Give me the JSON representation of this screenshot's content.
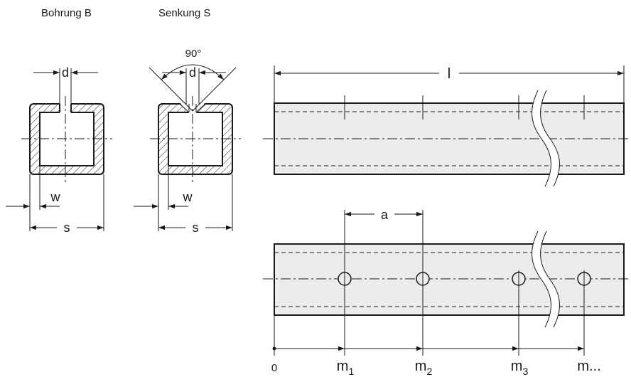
{
  "titles": {
    "bohrung": "Bohrung B",
    "senkung": "Senkung S"
  },
  "labels": {
    "d": "d",
    "w": "w",
    "s": "s",
    "angle": "90°",
    "l": "l",
    "a": "a",
    "zero": "0",
    "m": "m",
    "m_sub_1": "1",
    "m_sub_2": "2",
    "m_sub_3": "3",
    "m_etc": "..."
  },
  "colors": {
    "line": "#1a1a1a",
    "bar_fill": "#ececec",
    "wall_fill": "#ffffff",
    "background": "#ffffff"
  }
}
